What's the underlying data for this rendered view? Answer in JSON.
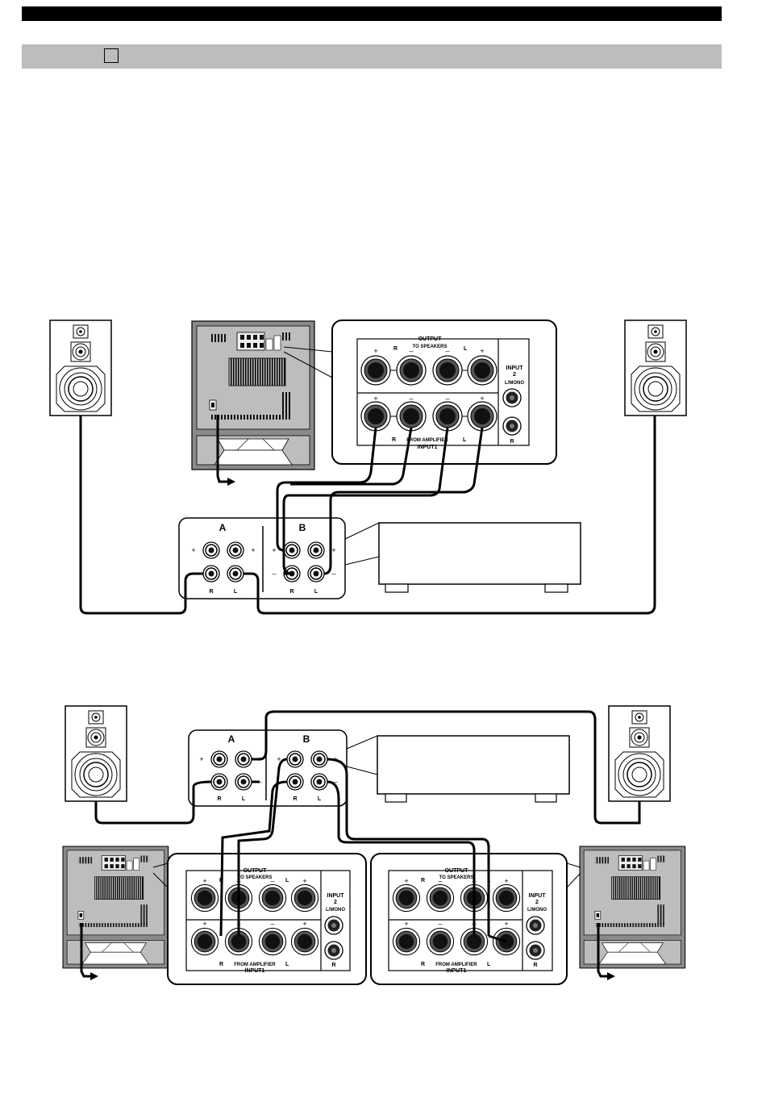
{
  "header": {
    "checkbox_icon": "square-outline-icon"
  },
  "panel": {
    "output_title": "OUTPUT",
    "to_speakers": "TO SPEAKERS",
    "from_amplifier": "FROM AMPLIFIER",
    "input1": "INPUT1",
    "input2_line1": "INPUT",
    "input2_line2": "2",
    "input2_mono": "L/MONO",
    "r": "R",
    "l": "L",
    "plus": "+",
    "minus": "–"
  },
  "amp": {
    "a": "A",
    "b": "B",
    "r": "R",
    "l": "L",
    "plus": "+",
    "minus": "–"
  },
  "colors": {
    "ink": "#000000",
    "panel_gray": "#bdbdbd",
    "sub_gray": "#a9a9a9",
    "sub_dark": "#7a7a7a"
  }
}
